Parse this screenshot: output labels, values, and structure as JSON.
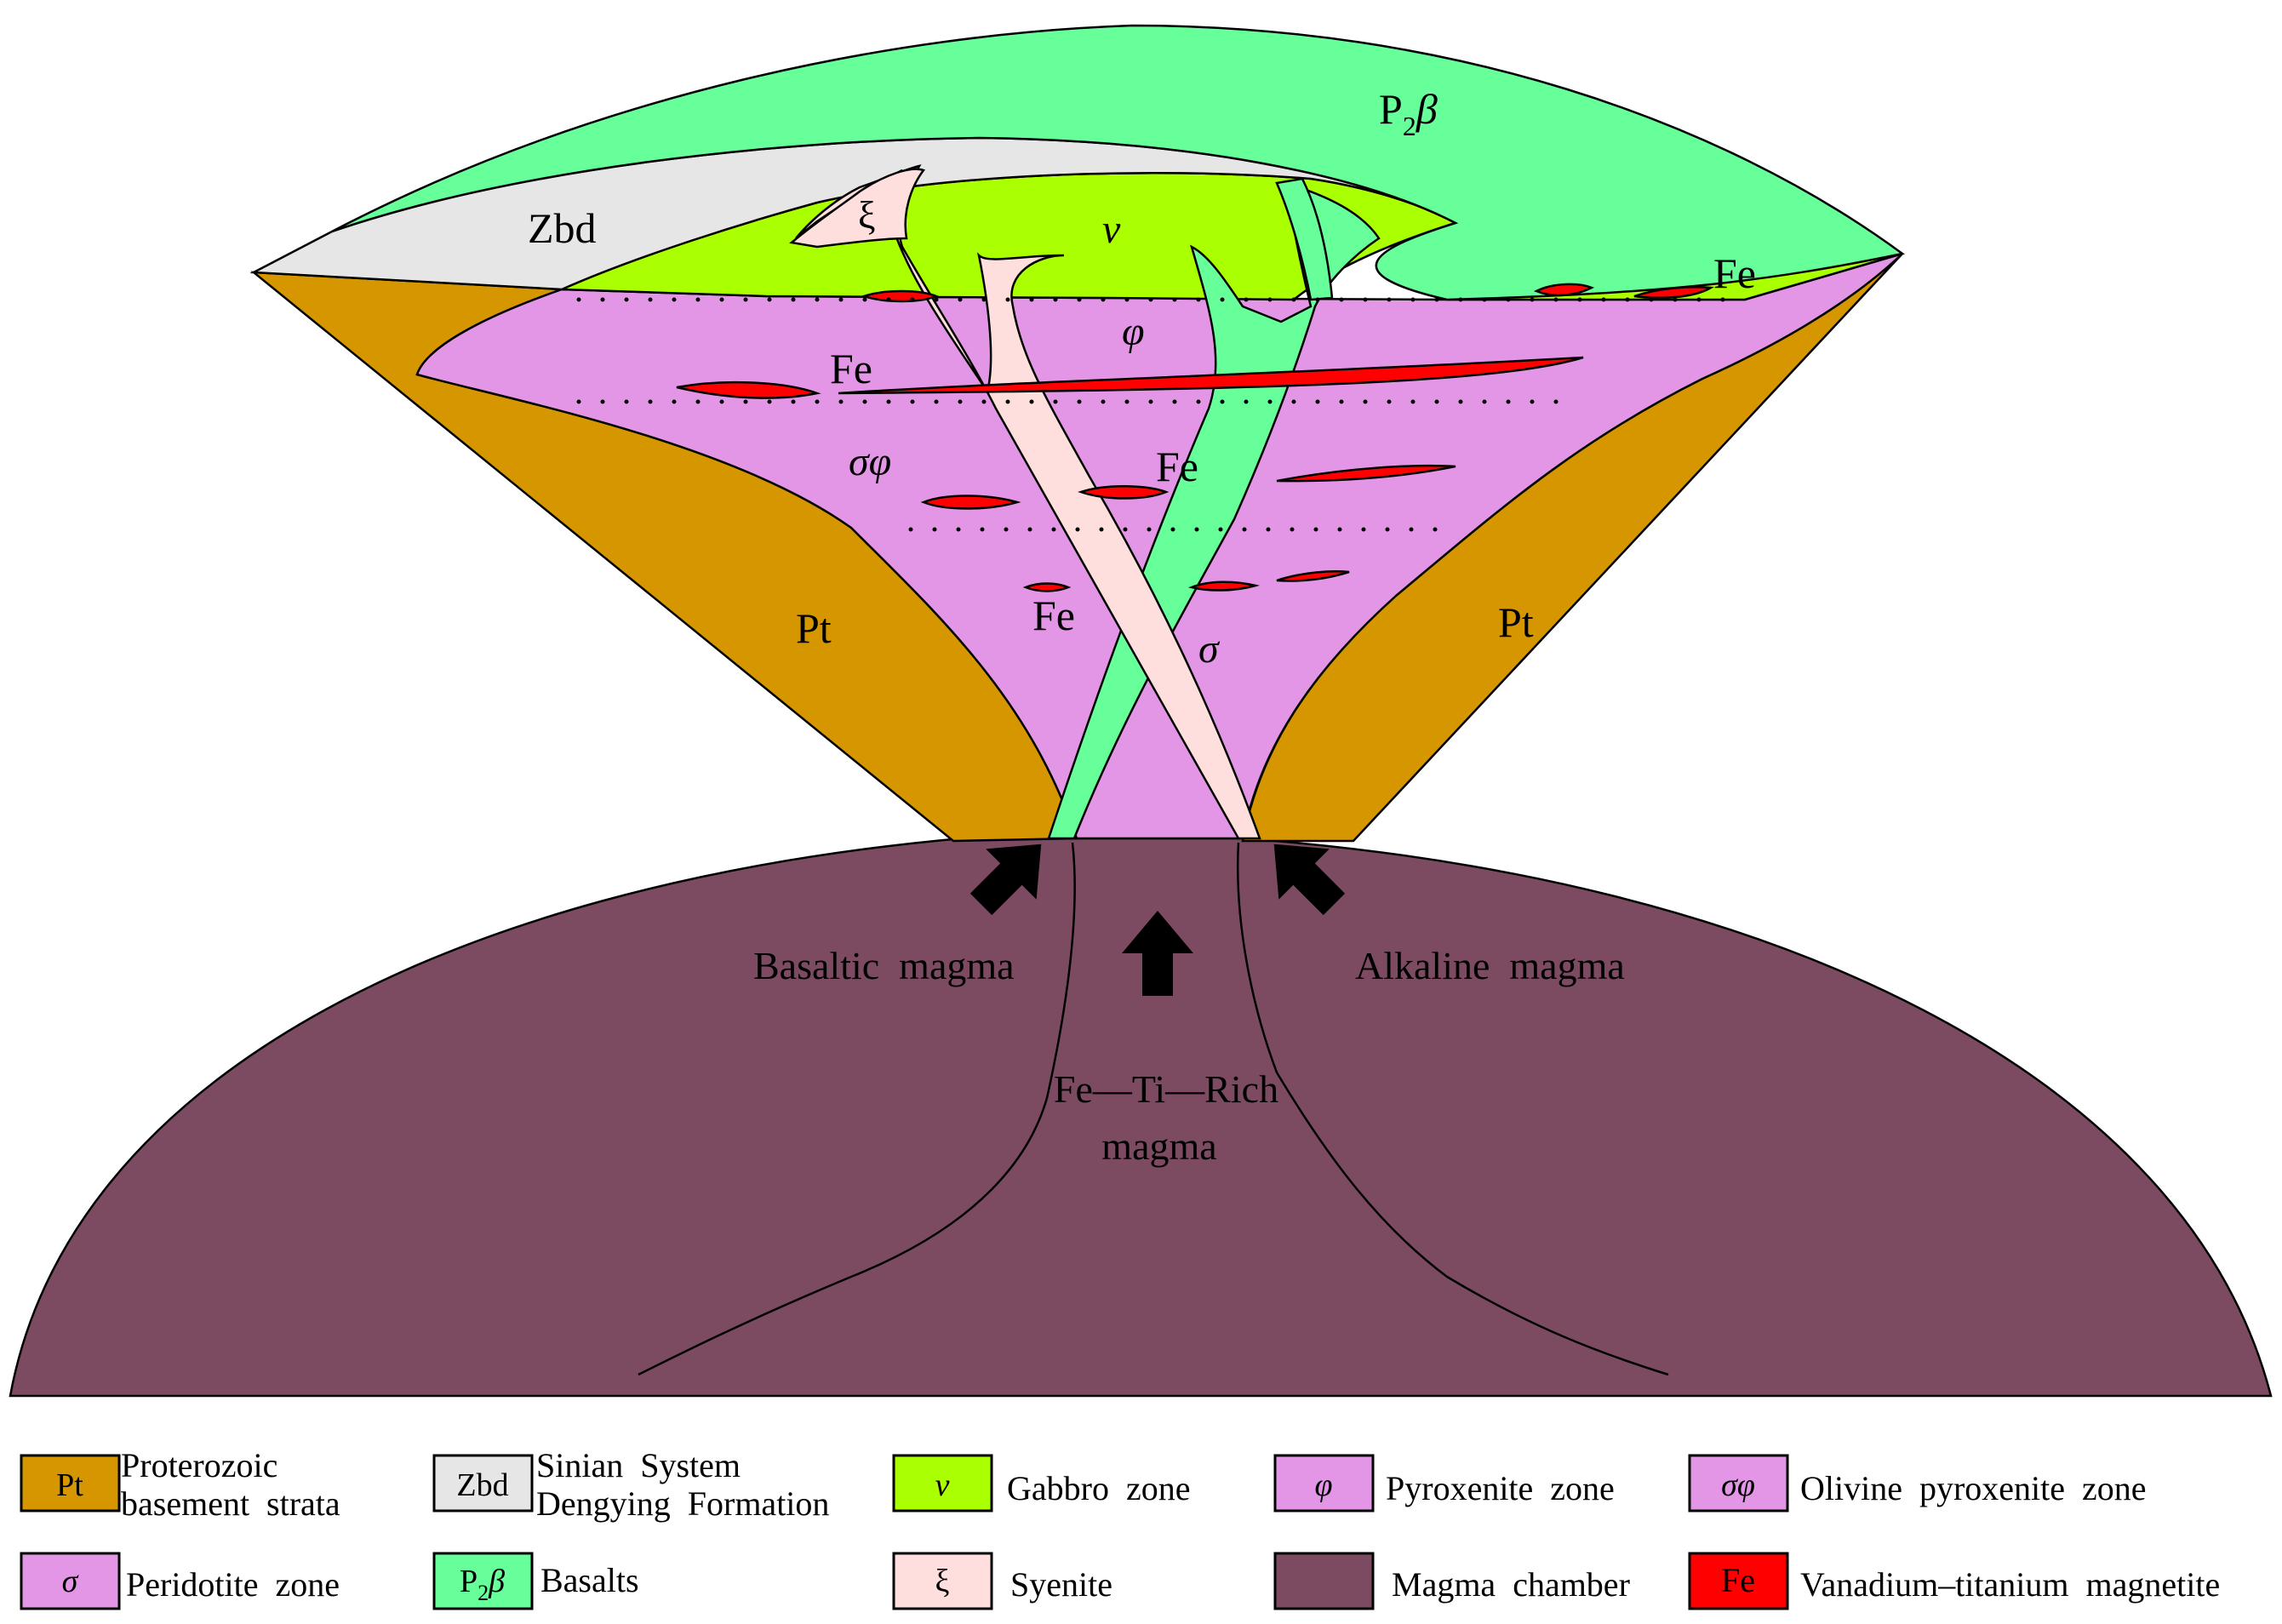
{
  "colors": {
    "Pt": "#D69600",
    "Zbd": "#E6E6E6",
    "v": "#AAFF00",
    "phi": "#E496E6",
    "sigmaphi": "#E496E6",
    "sigma": "#E496E6",
    "P2beta": "#66FF99",
    "xi": "#FFDEDE",
    "magma_chamber": "#7C4B62",
    "Fe": "#FF0000"
  },
  "labels": {
    "p2beta_main": "P",
    "p2beta_sub": "2",
    "p2beta_greek": "β",
    "zbd": "Zbd",
    "xi": "ξ",
    "v": "v",
    "phi": "φ",
    "sigmaphi": "σφ",
    "sigma": "σ",
    "fe": "Fe",
    "pt_left": "Pt",
    "pt_right": "Pt",
    "basaltic": "Basaltic  magma",
    "alkaline": "Alkaline  magma",
    "fe_ti_rich_line1": "Fe—Ti—Rich",
    "fe_ti_rich_line2": "magma"
  },
  "legend": {
    "Pt": {
      "symbol": "Pt",
      "line1": "Proterozoic",
      "line2": "basement  strata"
    },
    "Zbd": {
      "symbol": "Zbd",
      "line1": "Sinian  System",
      "line2": "Dengying  Formation"
    },
    "v": {
      "symbol": "v",
      "label": "Gabbro  zone"
    },
    "phi": {
      "symbol": "φ",
      "label": "Pyroxenite  zone"
    },
    "sigmaphi": {
      "symbol": "σφ",
      "label": "Olivine  pyroxenite  zone"
    },
    "sigma": {
      "symbol": "σ",
      "label": "Peridotite  zone"
    },
    "P2beta": {
      "symbol_main": "P",
      "symbol_sub": "2",
      "symbol_greek": "β",
      "label": "Basalts"
    },
    "xi": {
      "symbol": "ξ",
      "label": "Syenite"
    },
    "magma": {
      "label": "Magma  chamber"
    },
    "Fe": {
      "symbol": "Fe",
      "label": "Vanadium–titanium  magnetite"
    }
  }
}
